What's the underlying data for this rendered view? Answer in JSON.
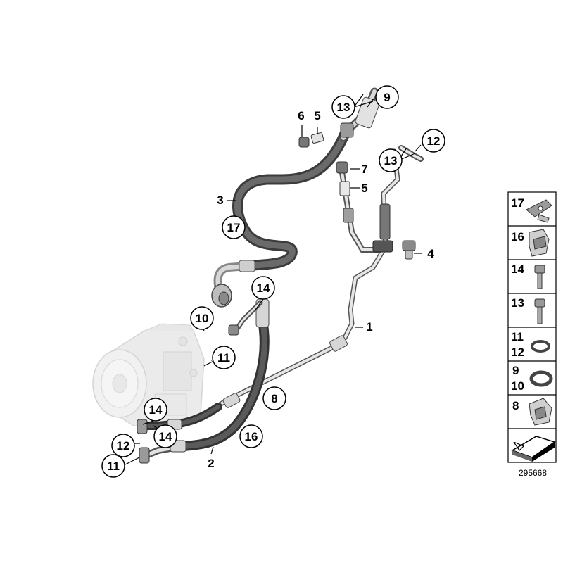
{
  "diagram": {
    "callouts": {
      "c13_top": "13",
      "c9": "9",
      "c13_right": "13",
      "c12_right": "12",
      "c17": "17",
      "c14_mid": "14",
      "c10": "10",
      "c11_mid": "11",
      "c8": "8",
      "c14_low": "14",
      "c14_low2": "14",
      "c12_low": "12",
      "c16": "16",
      "c11_low": "11"
    },
    "labels": {
      "l6": "6",
      "l5_top": "5",
      "l7": "7",
      "l5_mid": "5",
      "l4": "4",
      "l3": "3",
      "l1": "1",
      "l2": "2"
    },
    "legend": [
      {
        "part": "17",
        "icon": "clip-icon"
      },
      {
        "part": "16",
        "icon": "clamp-icon"
      },
      {
        "part": "14",
        "icon": "bolt-icon"
      },
      {
        "part": "13",
        "icon": "bolt-icon"
      },
      {
        "part": "11",
        "part2": "12",
        "icon": "small-o-ring-icon"
      },
      {
        "part": "9",
        "part2": "10",
        "icon": "large-o-ring-icon"
      },
      {
        "part": "8",
        "icon": "bracket-icon"
      },
      {
        "part": "",
        "icon": "gasket-sheet-icon"
      }
    ],
    "reference_number": "295668"
  }
}
